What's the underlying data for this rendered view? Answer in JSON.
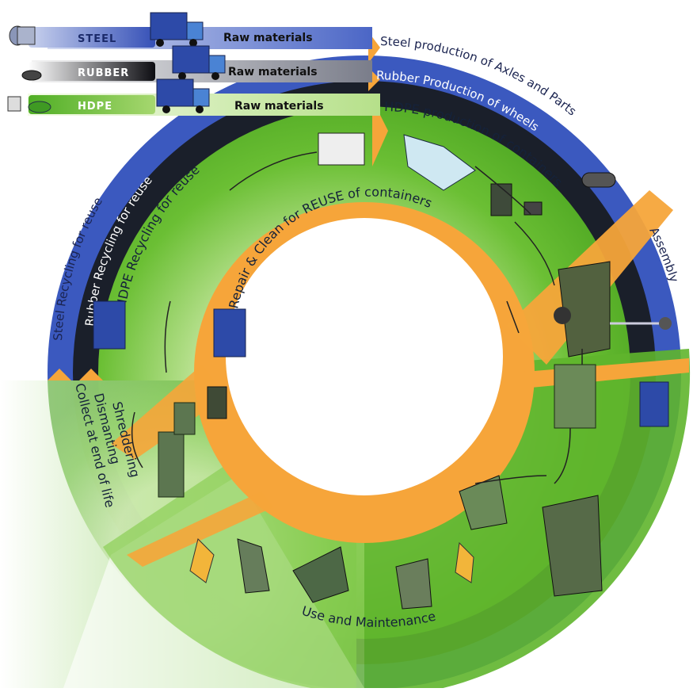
{
  "materials": [
    {
      "name": "STEEL",
      "flow_label": "Raw materials",
      "color": "#3a5fc0"
    },
    {
      "name": "RUBBER",
      "flow_label": "Raw materials",
      "color": "#2b2b2b"
    },
    {
      "name": "HDPE",
      "flow_label": "Raw materials",
      "color": "#5dbb2e"
    }
  ],
  "outer_ring": {
    "steel_production": "Steel production of Axles and Parts",
    "rubber_production": "Rubber Production of wheels",
    "hdpe_production": "HDPE production of containers",
    "assembly": "Assembly",
    "steel_recycling": "Steel Recycling for reuse",
    "rubber_recycling": "Rubber Recycling for reuse",
    "hdpe_recycling": "HDPE Recycling for reuse"
  },
  "inner_ring": {
    "repair_clean": "Repair & Clean for REUSE of containers"
  },
  "end_of_life": {
    "line1": "Collect at end of life",
    "line2": "Dismanting",
    "line3": "Shreddering"
  },
  "use_stage": "Use and Maintenance",
  "colors": {
    "steel_blue": "#3a5fc0",
    "rubber_black": "#1a1f2a",
    "hdpe_green": "#5dbb2e",
    "repair_orange": "#f6a53a",
    "light_green": "#a9d86f"
  },
  "icons": [
    "truck-icon",
    "bin-icon",
    "steel-roll-icon",
    "tire-icon",
    "pellets-icon",
    "shredder-icon",
    "mower-icon"
  ]
}
